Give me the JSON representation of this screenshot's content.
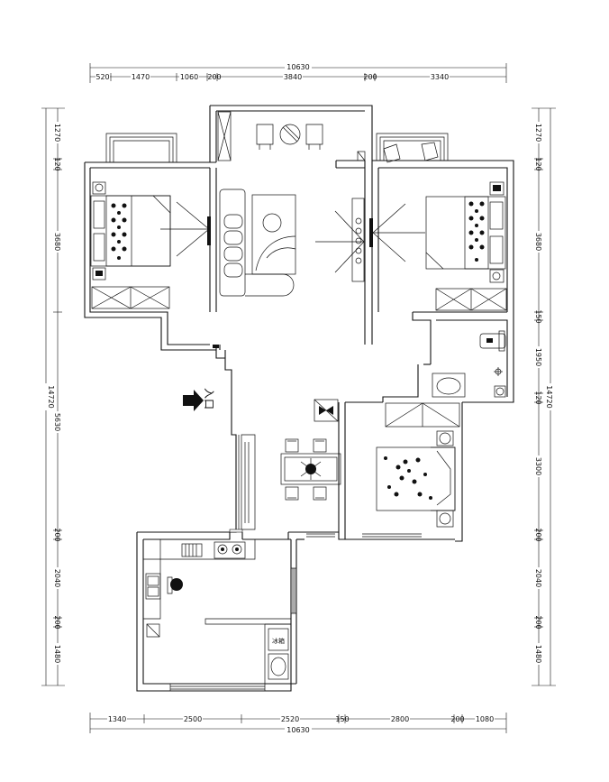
{
  "top_dimensions": {
    "total": "10630",
    "segments": [
      "520",
      "1470",
      "1060",
      "200",
      "3840",
      "200",
      "3340"
    ]
  },
  "bottom_dimensions": {
    "total": "10630",
    "segments": [
      "1340",
      "2500",
      "2520",
      "150",
      "2800",
      "200",
      "1080"
    ]
  },
  "left_dimensions": {
    "total": "14720",
    "segments": [
      "1270",
      "120",
      "3680",
      "5630",
      "200",
      "2040",
      "200",
      "1480"
    ]
  },
  "right_dimensions": {
    "total": "14720",
    "segments": [
      "1270",
      "120",
      "3680",
      "150",
      "1950",
      "120",
      "3300",
      "200",
      "2040",
      "200",
      "1480"
    ]
  },
  "entrance_label": "入口",
  "fridge_label": "冰箱"
}
